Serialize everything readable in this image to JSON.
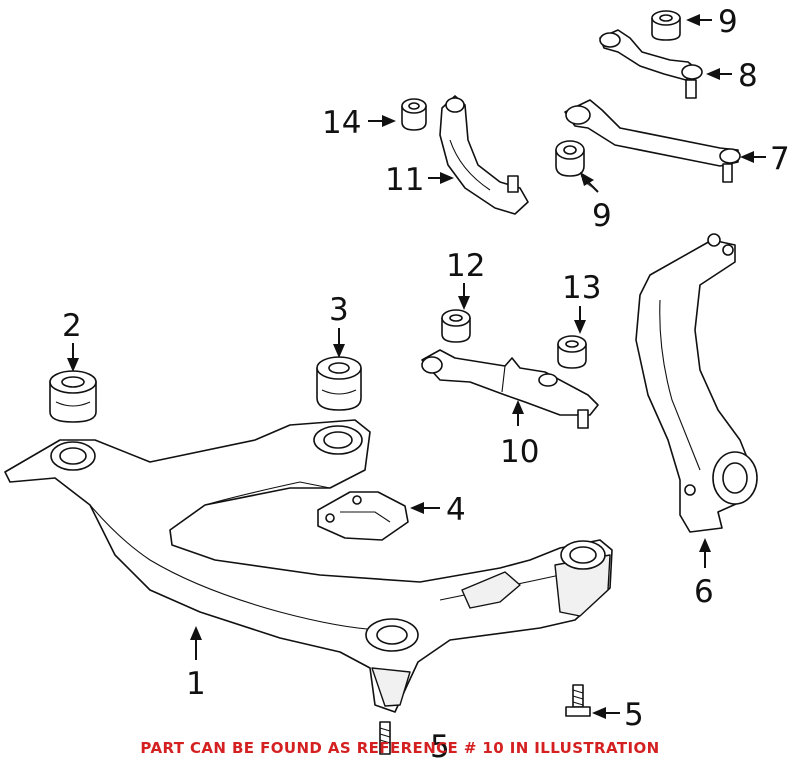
{
  "callouts": {
    "c1": "1",
    "c2": "2",
    "c3": "3",
    "c4": "4",
    "c5a": "5",
    "c5b": "5",
    "c6": "6",
    "c7": "7",
    "c8": "8",
    "c9a": "9",
    "c9b": "9",
    "c10": "10",
    "c11": "11",
    "c12": "12",
    "c13": "13",
    "c14": "14"
  },
  "footer_note": "PART CAN BE FOUND AS REFERENCE # 10 IN ILLUSTRATION",
  "colors": {
    "line": "#111111",
    "note": "#d42020",
    "background": "#ffffff"
  }
}
